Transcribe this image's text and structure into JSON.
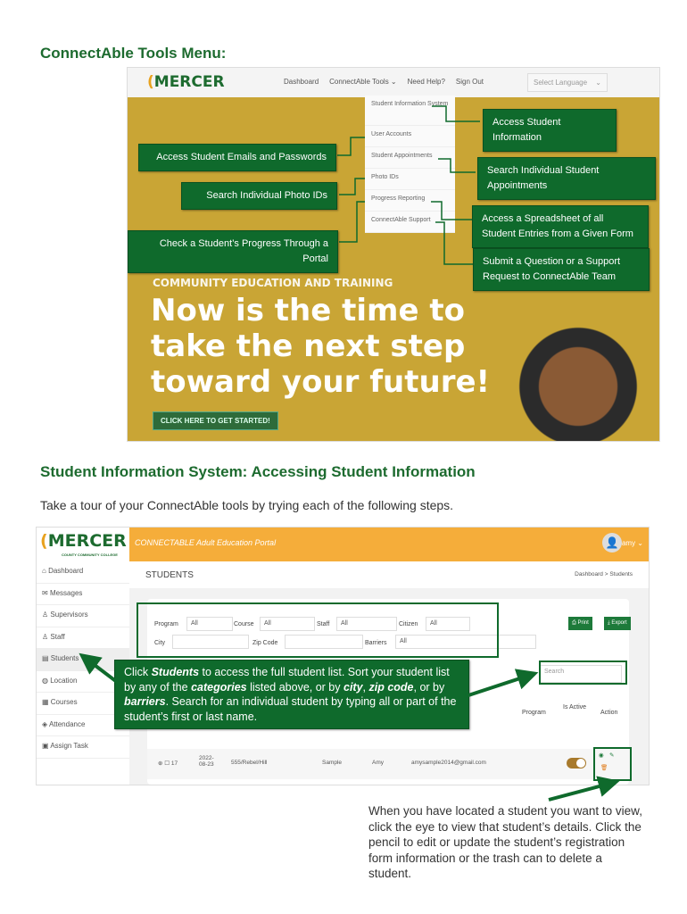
{
  "heading1": "ConnectAble Tools Menu:",
  "heading2": "Student Information System:  Accessing Student Information",
  "intro": "Take a tour of your ConnectAble tools by trying each of the following steps.",
  "shot1": {
    "logo": "MERCER",
    "nav": [
      "Dashboard",
      "ConnectAble Tools ⌄",
      "Need Help?",
      "Sign Out"
    ],
    "language": "Select Language",
    "menu": [
      "Student Information System",
      "User Accounts",
      "Student Appointments",
      "Photo IDs",
      "Progress Reporting",
      "ConnectAble Support"
    ],
    "hero_sub": "COMMUNITY EDUCATION AND TRAINING",
    "hero_lines": [
      "Now is the time to",
      "take the next step",
      "toward your future!"
    ],
    "cta": "CLICK HERE TO GET STARTED!",
    "callouts": {
      "student_info": "Access Student Information",
      "emails": "Access Student Emails and Passwords",
      "appointments": "Search Individual Student Appointments",
      "photo_ids": "Search Individual Photo IDs",
      "spreadsheet": "Access a Spreadsheet of all Student Entries from a Given Form",
      "progress": "Check a Student’s Progress Through a Portal",
      "support": "Submit a Question or a Support Request to ConnectAble Team"
    }
  },
  "shot2": {
    "logo": "MERCER",
    "logo_sub": "COUNTY COMMUNITY COLLEGE",
    "portal_title": "CONNECTABLE Adult Education Portal",
    "user": "amy ⌄",
    "sidebar": [
      "Dashboard",
      "Messages",
      "Supervisors",
      "Staff",
      "Students",
      "Location",
      "Courses",
      "Attendance",
      "Assign Task"
    ],
    "page_title": "STUDENTS",
    "breadcrumb": "Dashboard > Students",
    "filters": {
      "program_label": "Program",
      "program": "All",
      "course_label": "Course",
      "course": "All",
      "staff_label": "Staff",
      "staff": "All",
      "citizen_label": "Citizen",
      "citizen": "All",
      "city_label": "City",
      "zip_label": "Zip Code",
      "barriers_label": "Barriers",
      "barriers": "All"
    },
    "print": "Print",
    "export": "Export",
    "search_placeholder": "Search",
    "columns": [
      "Program",
      "Is Active",
      "Action"
    ],
    "row": {
      "id": "17",
      "date": "2022-08-23",
      "code": "555/Rebel/Hill",
      "last": "Sample",
      "first": "Amy",
      "email": "amysample2014@gmail.com"
    },
    "callout": {
      "t1": "Click ",
      "b1": "Students",
      "t2": " to access the full student list.  Sort your student list by any of the ",
      "b2": "categories",
      "t3": " listed above, or by ",
      "b3": "city",
      "t4": ", ",
      "b4": "zip code",
      "t5": ", or by ",
      "b5": "barriers",
      "t6": ".  Search for an individual student by typing all or part of the student’s first or last name."
    }
  },
  "caption": "When you have located a student you want to view, click the eye to view that student’s details. Click the pencil to edit or update the student’s registration form information or the trash can to delete a student."
}
